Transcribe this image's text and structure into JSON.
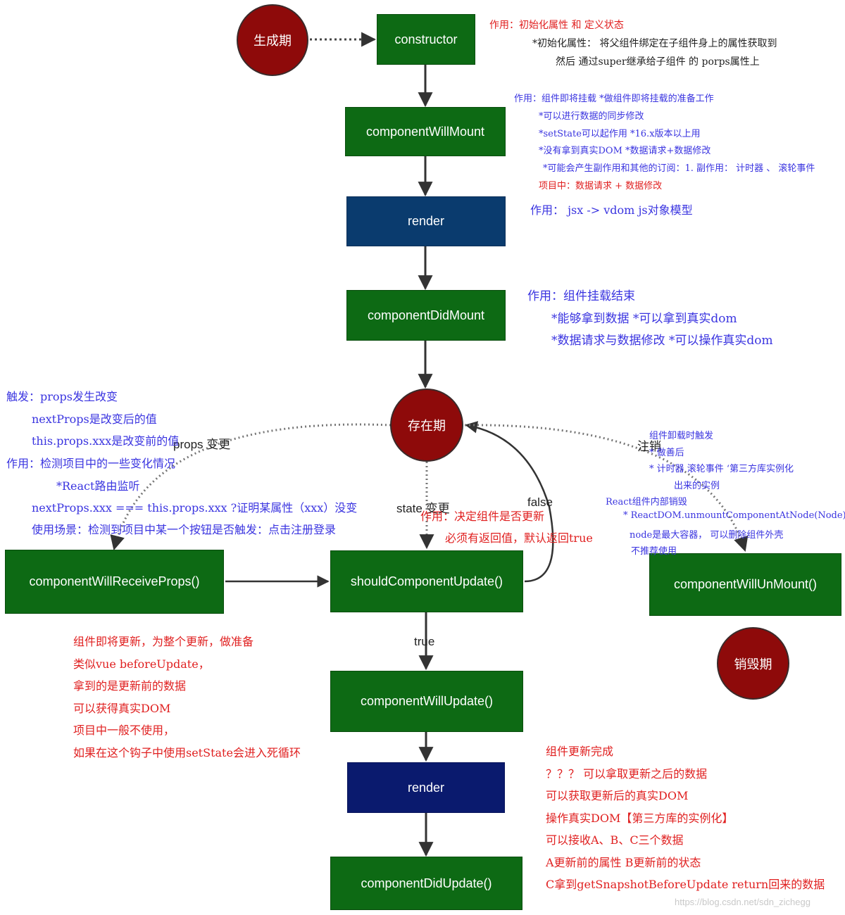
{
  "nodes": {
    "birth": "生成期",
    "constructor": "constructor",
    "will_mount": "componentWillMount",
    "render1": "render",
    "did_mount": "componentDidMount",
    "existence": "存在期",
    "will_receive_props": "componentWillReceiveProps()",
    "should_update": "shouldComponentUpdate()",
    "will_unmount": "componentWillUnMount()",
    "destroy": "销毁期",
    "will_update": "componentWillUpdate()",
    "render2": "render",
    "did_update": "componentDidUpdate()"
  },
  "edge_labels": {
    "props_change": "props 变更",
    "state_change": "state 变更",
    "false_label": "false",
    "unmount_label": "注销",
    "true_label": "true"
  },
  "notes": {
    "constructor": [
      "作用：初始化属性 和 定义状态",
      "*初始化属性： 将父组件绑定在子组件身上的属性获取到",
      "然后 通过super继承给子组件 的 porps属性上"
    ],
    "will_mount": [
      "作用：组件即将挂载 *做组件即将挂载的准备工作",
      "*可以进行数据的同步修改",
      "*setState可以起作用 *16.x版本以上用",
      "*没有拿到真实DOM *数据请求+数据修改",
      "*可能会产生副作用和其他的订阅：1. 副作用： 计时器 、 滚轮事件",
      "项目中：数据请求 + 数据修改"
    ],
    "render": "作用： jsx -> vdom js对象模型",
    "did_mount": [
      "作用：组件挂载结束",
      "*能够拿到数据 *可以拿到真实dom",
      "*数据请求与数据修改 *可以操作真实dom"
    ],
    "will_receive_props": [
      "触发：props发生改变",
      "nextProps是改变后的值",
      "this.props.xxx是改变前的值",
      "作用：检测项目中的一些变化情况",
      "*React路由监听",
      "nextProps.xxx === this.props.xxx ?证明某属性（xxx）没变",
      "使用场景：检测到项目中某一个按钮是否触发：点击注册登录"
    ],
    "should_update": [
      "作用：决定组件是否更新",
      "必须有返回值，默认返回true"
    ],
    "will_unmount": [
      "组件卸载时触发",
      "* 做善后",
      "* 计时器 滚轮事件 ‘第三方库实例化",
      "出来的实例",
      "React组件内部销毁",
      "* ReactDOM.unmountComponentAtNode(Node)",
      "node是最大容器， 可以删除组件外壳",
      "不推荐使用"
    ],
    "will_update": [
      "组件即将更新，为整个更新，做准备",
      "类似vue beforeUpdate，",
      "拿到的是更新前的数据",
      "可以获得真实DOM",
      "项目中一般不使用，",
      "如果在这个钩子中使用setState会进入死循环"
    ],
    "did_update": [
      "组件更新完成",
      "？？？ 可以拿取更新之后的数据",
      "可以获取更新后的真实DOM",
      "操作真实DOM【第三方库的实例化】",
      "可以接收A、B、C三个数据",
      "A更新前的属性 B更新前的状态",
      "C拿到getSnapshotBeforeUpdate return回来的数据"
    ]
  },
  "watermark": "https://blog.csdn.net/sdn_zichegg",
  "colors": {
    "node_green": "#0d6a14",
    "node_blue": "#0a3b6e",
    "node_navy": "#0a1a6e",
    "phase_red": "#8e0a0a",
    "note_red": "#e02020",
    "note_blue": "#3a34e0"
  }
}
